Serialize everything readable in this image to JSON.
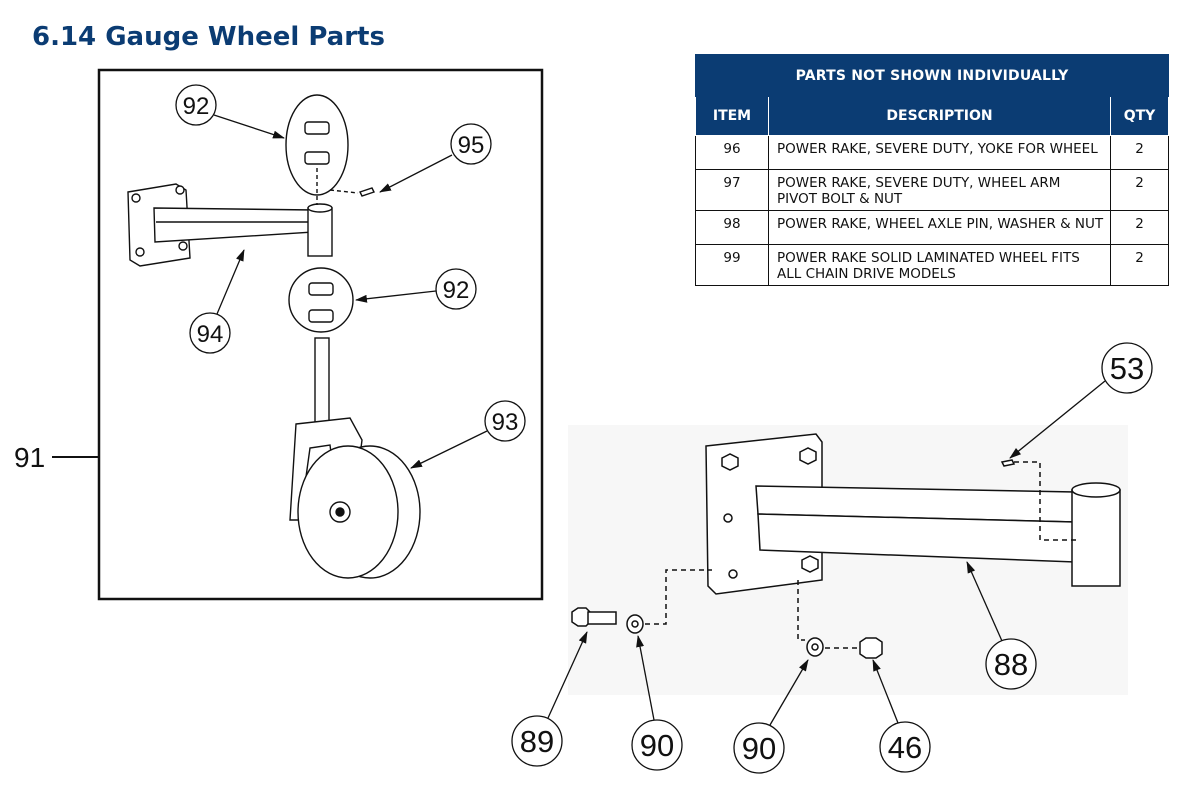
{
  "page": {
    "title": "6.14 Gauge Wheel Parts"
  },
  "parts_table": {
    "caption": "PARTS NOT SHOWN INDIVIDUALLY",
    "headers": {
      "item": "ITEM",
      "description": "DESCRIPTION",
      "qty": "QTY"
    },
    "rows": [
      {
        "item": "96",
        "description": "POWER RAKE, SEVERE DUTY, YOKE FOR WHEEL",
        "qty": "2"
      },
      {
        "item": "97",
        "description": "POWER RAKE, SEVERE DUTY, WHEEL ARM PIVOT BOLT & NUT",
        "qty": "2"
      },
      {
        "item": "98",
        "description": "POWER RAKE, WHEEL AXLE PIN, WASHER & NUT",
        "qty": "2"
      },
      {
        "item": "99",
        "description": "POWER RAKE SOLID LAMINATED WHEEL FITS ALL CHAIN DRIVE MODELS",
        "qty": "2"
      }
    ]
  },
  "assembly_diagram": {
    "assembly_ref": "91",
    "callouts": [
      "92",
      "95",
      "94",
      "92",
      "93"
    ]
  },
  "arm_diagram": {
    "callouts": [
      "53",
      "88",
      "89",
      "90",
      "90",
      "46"
    ]
  }
}
